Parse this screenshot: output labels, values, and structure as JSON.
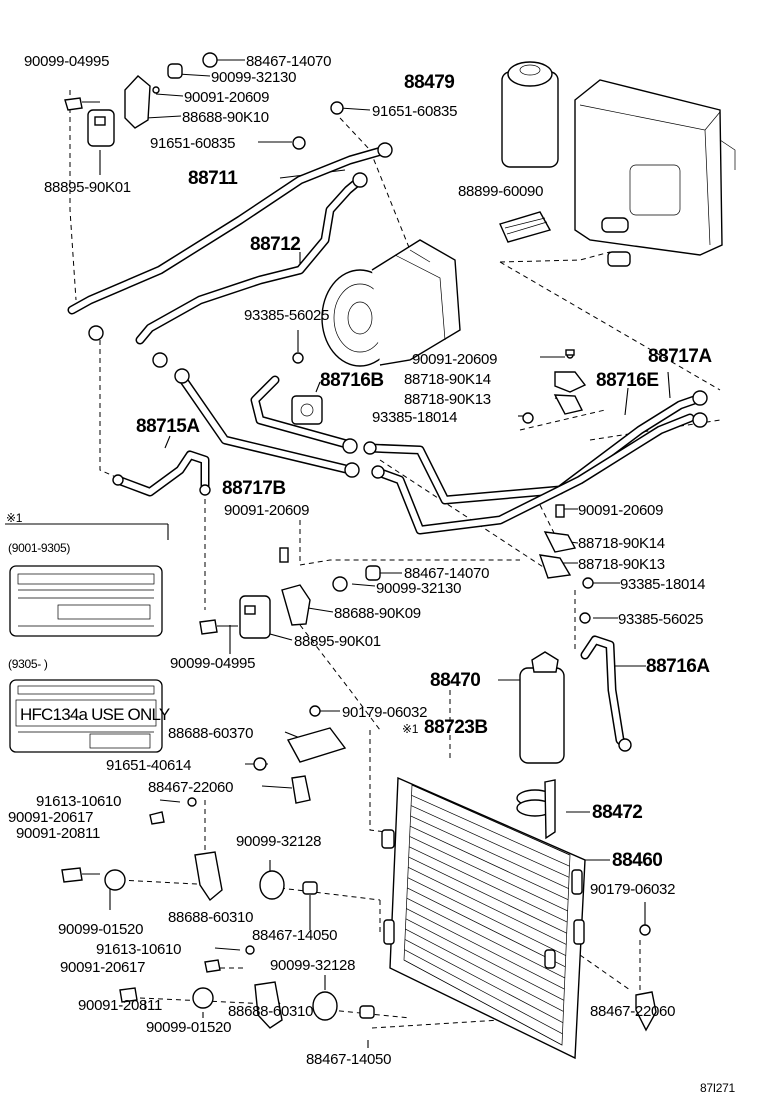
{
  "labels": {
    "p_90099_04995_top": "90099-04995",
    "p_88467_14070_top": "88467-14070",
    "p_90099_32130_top": "90099-32130",
    "p_90091_20609_top": "90091-20609",
    "p_88688_90K10": "88688-90K10",
    "p_91651_60835_left": "91651-60835",
    "p_88895_90K01_top": "88895-90K01",
    "p_88479": "88479",
    "p_91651_60835_right": "91651-60835",
    "p_88711": "88711",
    "p_88899_60090": "88899-60090",
    "p_88712": "88712",
    "p_93385_56025_top": "93385-56025",
    "p_90091_20609_mid": "90091-20609",
    "p_88717A": "88717A",
    "p_88716B": "88716B",
    "p_88718_90K14_top": "88718-90K14",
    "p_88716E": "88716E",
    "p_88718_90K13_top": "88718-90K13",
    "p_93385_18014_top": "93385-18014",
    "p_88715A": "88715A",
    "p_88717B": "88717B",
    "p_90091_20609_low": "90091-20609",
    "p_90091_20609_right": "90091-20609",
    "p_88718_90K14_low": "88718-90K14",
    "p_88718_90K13_low": "88718-90K13",
    "p_88467_14070_mid": "88467-14070",
    "p_90099_32130_mid": "90099-32130",
    "p_93385_18014_low": "93385-18014",
    "p_88688_90K09": "88688-90K09",
    "p_93385_56025_low": "93385-56025",
    "p_88895_90K01_low": "88895-90K01",
    "p_90099_04995_low": "90099-04995",
    "p_88716A": "88716A",
    "p_88470": "88470",
    "p_90179_06032_top": "90179-06032",
    "p_88688_60370": "88688-60370",
    "p_88723B": "88723B",
    "p_91651_40614": "91651-40614",
    "p_88467_22060_left": "88467-22060",
    "p_91613_10610_top": "91613-10610",
    "p_90091_20617_top": "90091-20617",
    "p_90091_20811_top": "90091-20811",
    "p_88472": "88472",
    "p_90099_32128_top": "90099-32128",
    "p_88460": "88460",
    "p_90099_01520_top": "90099-01520",
    "p_88688_60310_top": "88688-60310",
    "p_90179_06032_right": "90179-06032",
    "p_88467_14050_top": "88467-14050",
    "p_91613_10610_low": "91613-10610",
    "p_90091_20617_low": "90091-20617",
    "p_90099_32128_low": "90099-32128",
    "p_90091_20811_low": "90091-20811",
    "p_88688_60310_low": "88688-60310",
    "p_88467_22060_right": "88467-22060",
    "p_90099_01520_low": "90099-01520",
    "p_88467_14050_low": "88467-14050"
  },
  "notes": {
    "ref_mark_box": "※1",
    "ref_mark_88723B": "※1",
    "range_1": "(9001-9305)",
    "range_2": "(9305-        )",
    "hfc_label": "HFC134a USE ONLY",
    "figure_id": "87I271"
  }
}
